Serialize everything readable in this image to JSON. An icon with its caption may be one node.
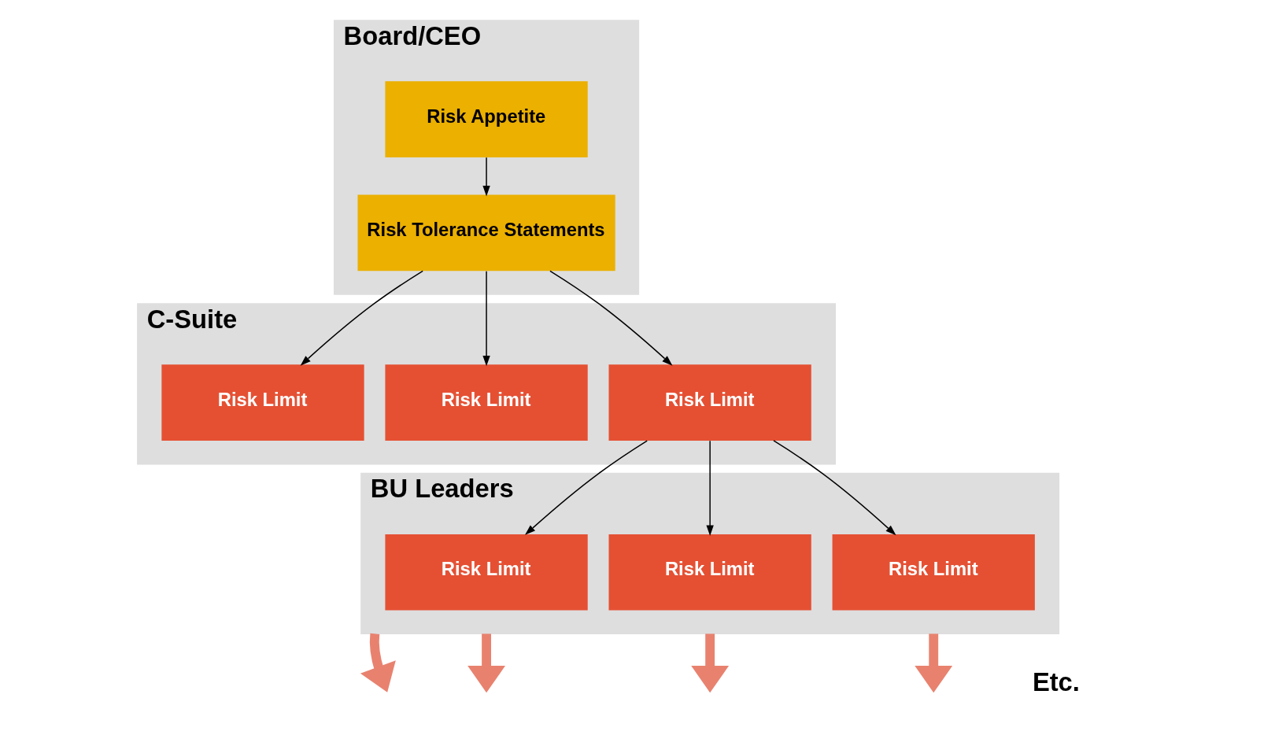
{
  "diagram": {
    "nodes": [
      {
        "text": [
          "Board/CEO"
        ]
      },
      {
        "text": [
          "Risk Appetite"
        ],
        "in": 0
      },
      {
        "text": [
          "Risk Tolerance Statements"
        ],
        "in": 0
      },
      {
        "text": [
          "C-Suite"
        ]
      },
      {
        "text": [
          "Risk Limit"
        ],
        "in": 3
      },
      {
        "text": [
          "Risk Limit"
        ],
        "in": 3
      },
      {
        "text": [
          "Risk Limit"
        ],
        "in": 3
      },
      {
        "text": [
          "BU Leaders"
        ]
      },
      {
        "text": [
          "Risk Limit"
        ],
        "in": 7
      },
      {
        "text": [
          "Risk Limit"
        ],
        "in": 7
      },
      {
        "text": [
          "Risk Limit"
        ],
        "in": 7
      }
    ],
    "edges": [
      {
        "from": 1,
        "to": 2,
        "arrow": "to"
      },
      {
        "from": 2,
        "to": 4,
        "arrow": "to"
      },
      {
        "from": 2,
        "to": 5,
        "arrow": "to"
      },
      {
        "from": 2,
        "to": 6,
        "arrow": "to"
      },
      {
        "from": 4,
        "to": 8,
        "arrow": "to"
      },
      {
        "from": 4,
        "to": 9,
        "arrow": "to"
      },
      {
        "from": 4,
        "to": 10,
        "arrow": "to"
      },
      {
        "from": 7,
        "to": null,
        "arrow": "to",
        "style": "thick",
        "color": "#e8826f"
      },
      {
        "from": 7,
        "to": null,
        "arrow": "to",
        "style": "thick",
        "color": "#e8826f"
      },
      {
        "from": 7,
        "to": null,
        "arrow": "to",
        "style": "thick",
        "color": "#e8826f"
      },
      {
        "from": 7,
        "to": null,
        "arrow": "to",
        "style": "thick",
        "color": "#e8826f"
      }
    ],
    "labels": [
      "Etc."
    ]
  }
}
